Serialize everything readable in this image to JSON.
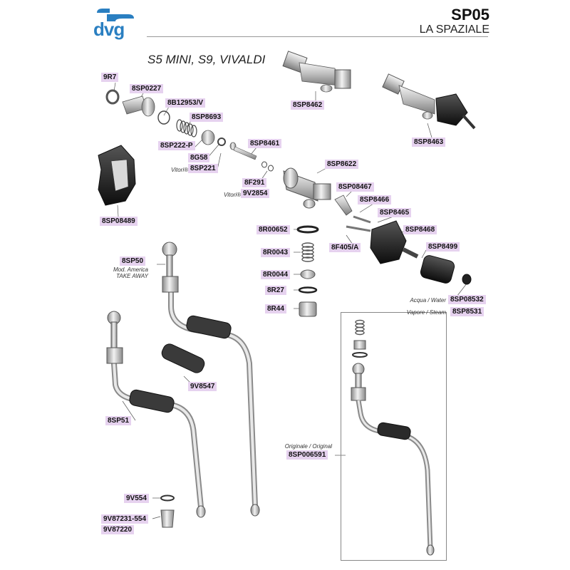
{
  "header": {
    "logo_text": "dvg",
    "code": "SP05",
    "brand": "LA SPAZIALE",
    "models": "S5 MINI, S9,  VIVALDI"
  },
  "labels": {
    "9R7": "9R7",
    "8SP0227": "8SP0227",
    "8B12953V": "8B12953/V",
    "8SP8693": "8SP8693",
    "8SP222P": "8SP222-P",
    "8G58": "8G58",
    "8SP221": "8SP221",
    "8SP8461": "8SP8461",
    "8F291": "8F291",
    "9V2854": "9V2854",
    "8SP8462": "8SP8462",
    "8SP8463": "8SP8463",
    "8SP8622": "8SP8622",
    "8SP08467": "8SP08467",
    "8SP8466": "8SP8466",
    "8SP8465": "8SP8465",
    "8SP8468": "8SP8468",
    "8SP8499": "8SP8499",
    "8SP08489": "8SP08489",
    "8R00652": "8R00652",
    "8R0043": "8R0043",
    "8R0044": "8R0044",
    "8R27": "8R27",
    "8R44": "8R44",
    "8F405A": "8F405/A",
    "8SP08532": "8SP08532",
    "8SP8531": "8SP8531",
    "8SP50": "8SP50",
    "9V8547": "9V8547",
    "8SP51": "8SP51",
    "8SP006591": "8SP006591",
    "9V554": "9V554",
    "9V87231554": "9V87231-554",
    "9V87220": "9V87220"
  },
  "notes": {
    "viton1": "Vitori®",
    "viton2": "Vitori®",
    "mod_america": "Mod. America",
    "take_away": "TAKE AWAY",
    "acqua": "Acqua / Water",
    "vapore": "Vapore / Steam",
    "originale": "Originale / Original"
  },
  "colors": {
    "label_bg": "#e6d2ef",
    "logo_blue": "#2a7fc1",
    "metal": "#c8c8c8",
    "dark": "#222222"
  }
}
